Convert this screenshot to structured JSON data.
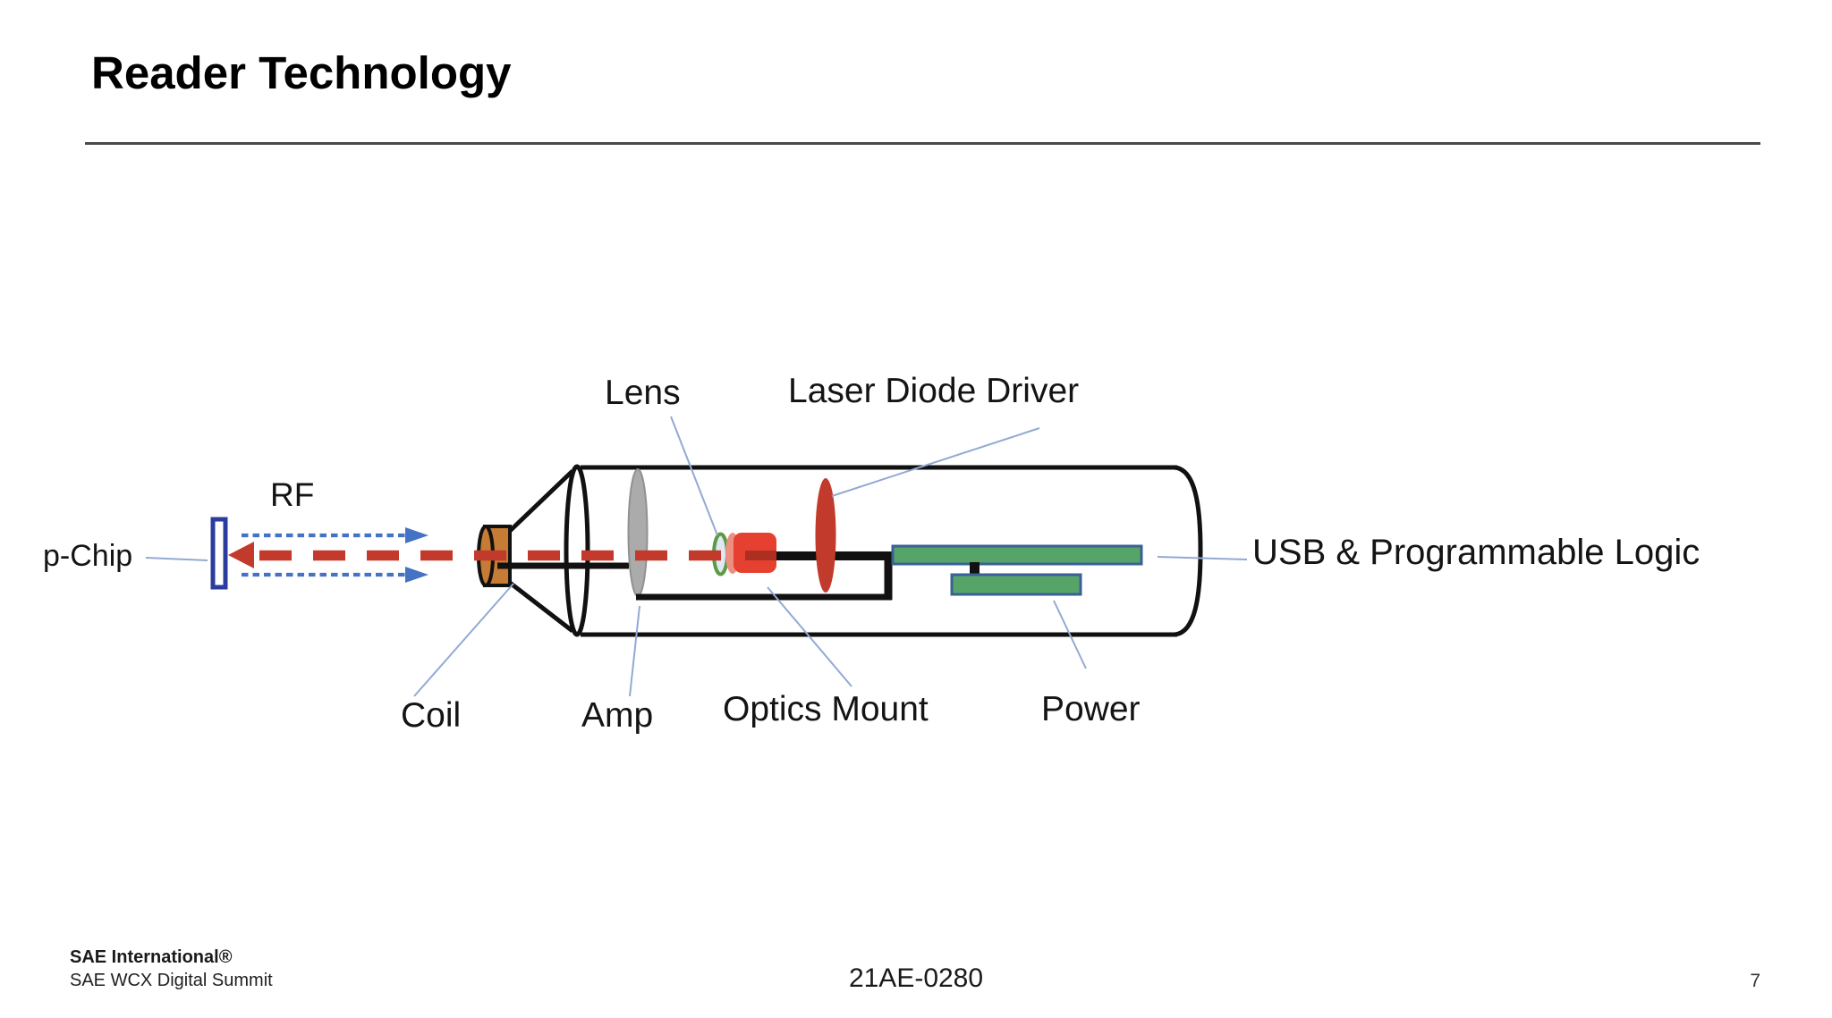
{
  "slide": {
    "title": "Reader Technology",
    "paper_number": "21AE-0280",
    "page_number": "7",
    "footer_org": "SAE International®",
    "footer_event": "SAE WCX Digital Summit"
  },
  "diagram": {
    "labels": {
      "p_chip": "p-Chip",
      "rf": "RF",
      "lens": "Lens",
      "laser_diode_driver": "Laser Diode Driver",
      "usb": "USB & Programmable Logic",
      "coil": "Coil",
      "amp": "Amp",
      "optics_mount": "Optics Mount",
      "power": "Power"
    },
    "colors": {
      "ink": "#111111",
      "laser_red": "#C23A2B",
      "cylinder_red": "#E64030",
      "cylinder_stripe": "#AC2F22",
      "cylinder_cap_salmon": "#EC8F80",
      "rf_blue": "#4472C4",
      "chip_border": "#2B3C9E",
      "board_green": "#57A468",
      "board_border": "#3A6096",
      "coil_orange": "#C67C35",
      "amp_gray": "#ABABAB",
      "lens_green": "#5E9A43",
      "lens_fill": "#DFE8F3",
      "callout": "#93A9D4"
    }
  }
}
